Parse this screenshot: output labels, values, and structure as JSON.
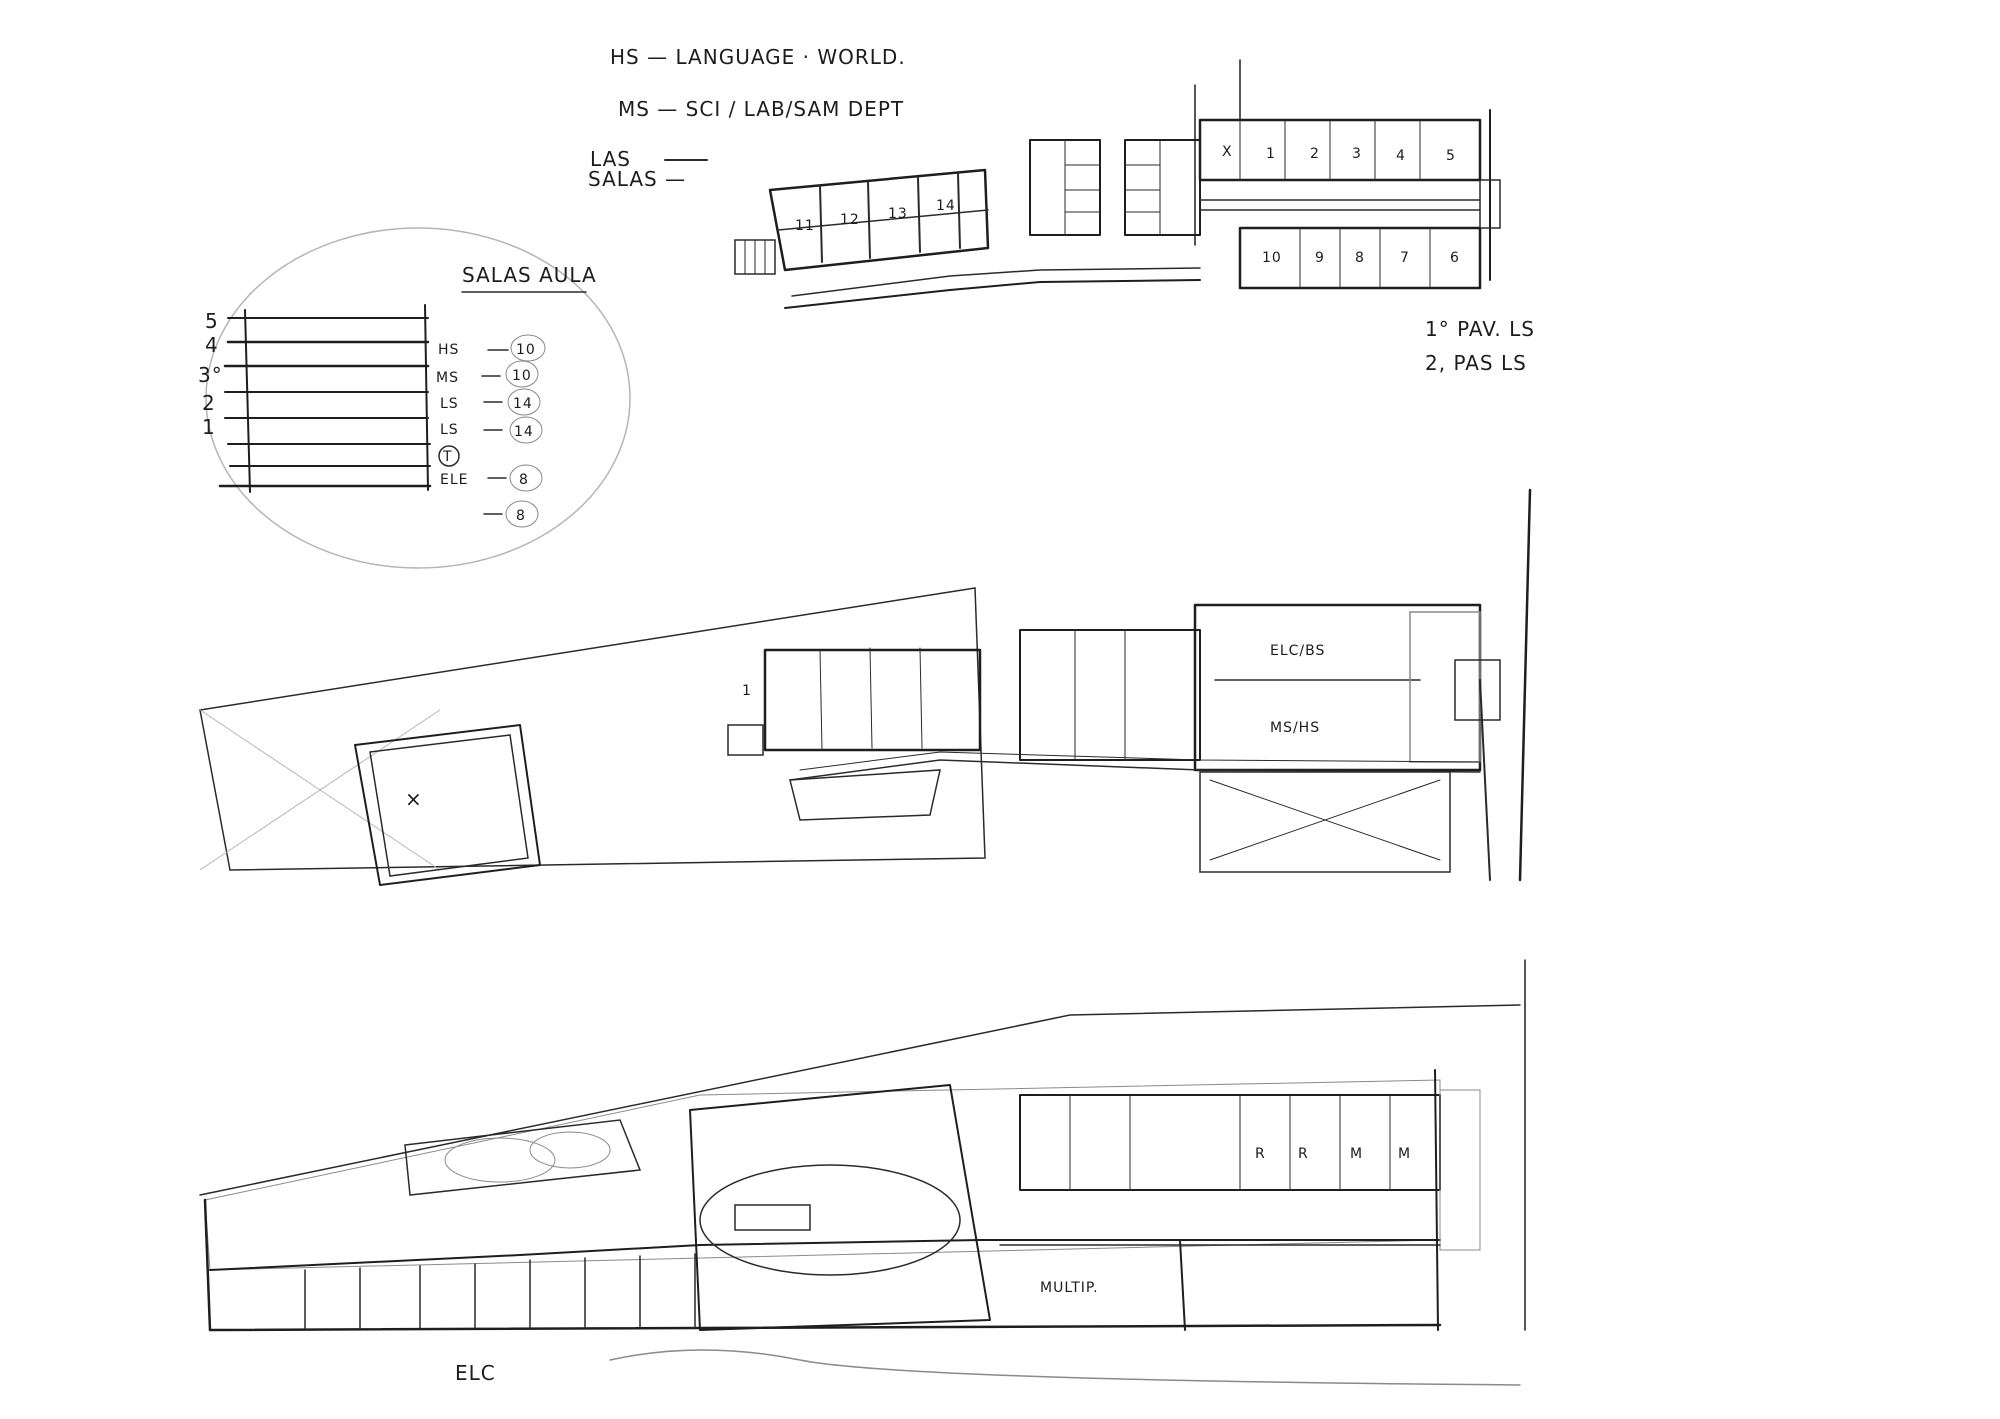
{
  "notes": {
    "line1": "HS — LANGUAGE · WORLD.",
    "line2": "MS — SCI / LAB/SAM DEPT",
    "line3a": "LAS",
    "line3b": "SALAS —"
  },
  "section": {
    "title": "SALAS AULA",
    "levels": [
      "5",
      "4",
      "3°",
      "2",
      "1"
    ],
    "uses": [
      "HS",
      "MS",
      "LS",
      "LS",
      "T",
      "ELE"
    ],
    "counts": [
      "10",
      "10",
      "14",
      "14",
      "8",
      "8"
    ]
  },
  "plan_top": {
    "rooms_upper": [
      "X",
      "1",
      "2",
      "3",
      "4",
      "5"
    ],
    "rooms_lower": [
      "10",
      "9",
      "8",
      "7",
      "6"
    ],
    "rooms_wing": [
      "11",
      "12",
      "13",
      "14"
    ],
    "legend_1": "1° PAV. LS",
    "legend_2": "2, PAS LS"
  },
  "plan_middle": {
    "label_1": "ELC/BS",
    "label_2": "MS/HS",
    "label_left": "1"
  },
  "plan_bottom": {
    "rooms": [
      "R",
      "R",
      "M",
      "M"
    ],
    "label_mult": "MULTIP.",
    "label_elc": "ELC"
  }
}
